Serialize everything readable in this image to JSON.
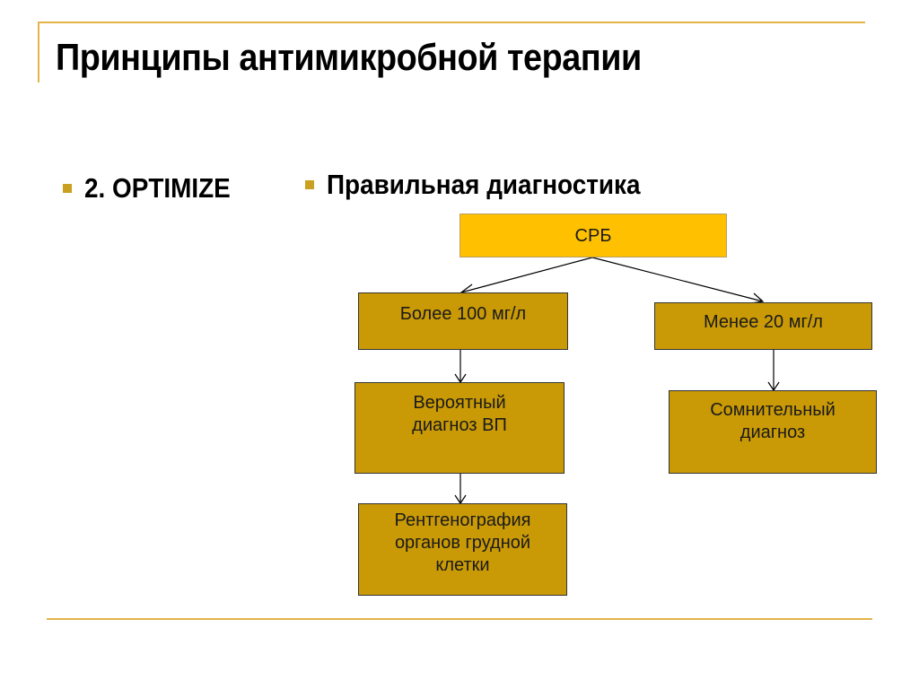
{
  "slide": {
    "title": "Принципы антимикробной терапии"
  },
  "bullets": [
    {
      "text": "2. OPTIMIZE"
    },
    {
      "text": "Правильная диагностика"
    }
  ],
  "flowchart": {
    "root": "СРБ",
    "high_crp": "Более 100 мг/л",
    "low_crp": "Менее 20 мг/л",
    "probable_diagnosis": "Вероятный\nдиагноз ВП",
    "doubtful_diagnosis": "Сомнительный\nдиагноз",
    "chest_xray": "Рентгенография\nорганов грудной\nклетки"
  },
  "colors": {
    "accent_line": "#e2b54a",
    "bullet": "#c9a020",
    "root_fill": "#ffc000",
    "node_fill": "#c99a06"
  }
}
